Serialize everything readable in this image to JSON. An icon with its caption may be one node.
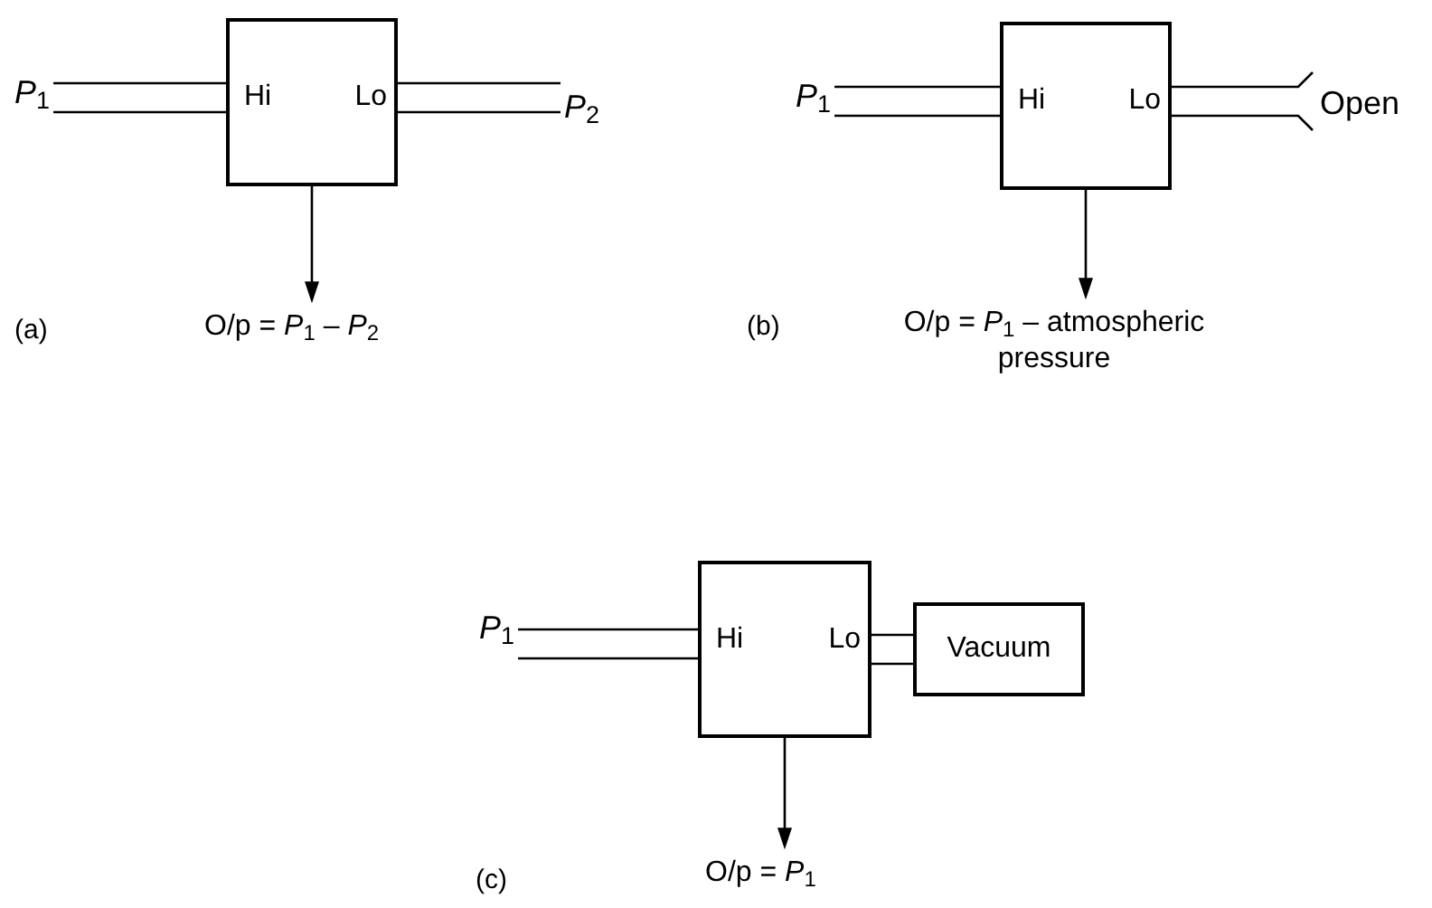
{
  "diagram": {
    "nodes": [
      {
        "text": [
          "Hi",
          "Lo"
        ]
      },
      {
        "text": [
          "*P*$_{1}$"
        ]
      },
      {
        "text": [
          "*P*$_{2}$"
        ]
      },
      {
        "text": [
          "O/p = *P*$_{1}$ – *P*$_{2}$"
        ]
      },
      {
        "text": [
          "Hi",
          "Lo"
        ]
      },
      {
        "text": [
          "*P*$_{1}$"
        ]
      },
      {
        "text": [
          "Open"
        ]
      },
      {
        "text": [
          "O/p = *P*$_{1}$ – atmospheric pressure"
        ]
      },
      {
        "text": [
          "Hi",
          "Lo"
        ]
      },
      {
        "text": [
          "*P*$_{1}$"
        ]
      },
      {
        "text": [
          "Vacuum"
        ]
      },
      {
        "text": [
          "O/p = *P*$_{1}$"
        ]
      }
    ],
    "edges": [
      {
        "from": 1,
        "to": 0,
        "arrow": "none"
      },
      {
        "from": 0,
        "to": 2,
        "arrow": "none"
      },
      {
        "from": 0,
        "to": 3,
        "arrow": "to"
      },
      {
        "from": 5,
        "to": 4,
        "arrow": "none"
      },
      {
        "from": 4,
        "to": 6,
        "arrow": "none"
      },
      {
        "from": 4,
        "to": 7,
        "arrow": "to"
      },
      {
        "from": 9,
        "to": 8,
        "arrow": "none"
      },
      {
        "from": 8,
        "to": 10,
        "arrow": "none"
      },
      {
        "from": 8,
        "to": 11,
        "arrow": "to"
      }
    ],
    "labels": [
      "(a)",
      "(b)",
      "(c)"
    ]
  }
}
